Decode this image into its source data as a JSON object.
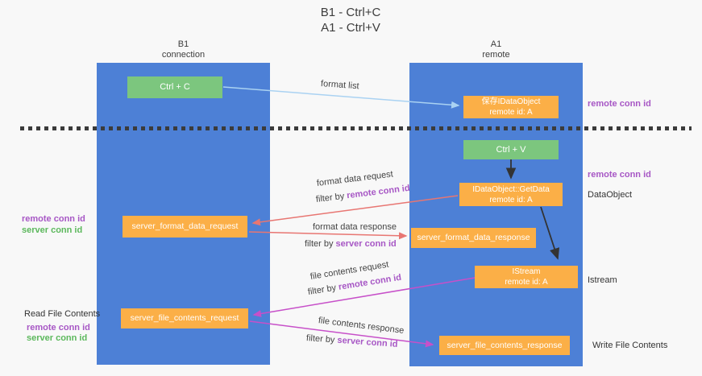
{
  "title": {
    "line1": "B1 - Ctrl+C",
    "line2": "A1 - Ctrl+V"
  },
  "lanes": {
    "left": {
      "title": "B1",
      "subtitle": "connection"
    },
    "right": {
      "title": "A1",
      "subtitle": "remote"
    }
  },
  "nodes": {
    "ctrl_c": {
      "label": "Ctrl + C"
    },
    "save_idataobject": {
      "line1": "保存IDataObject",
      "line2": "remote id: A"
    },
    "ctrl_v": {
      "label": "Ctrl + V"
    },
    "idataobject_getdata": {
      "line1": "IDataObject::GetData",
      "line2": "remote id: A"
    },
    "server_format_data_request": {
      "label": "server_format_data_request"
    },
    "server_format_data_response": {
      "label": "server_format_data_response"
    },
    "istream": {
      "line1": "IStream",
      "line2": "remote id: A"
    },
    "server_file_contents_request": {
      "label": "server_file_contents_request"
    },
    "server_file_contents_response": {
      "label": "server_file_contents_response"
    }
  },
  "annotations": {
    "remote_conn_id": "remote conn id",
    "server_conn_id": "server conn id",
    "dataobject": "DataObject",
    "istream": "Istream",
    "read_file_contents": "Read File Contents",
    "write_file_contents": "Write File Contents"
  },
  "flow_labels": {
    "format_list": "format list",
    "format_data_request": "format data request",
    "format_data_response": "format data response",
    "file_contents_request": "file contents request",
    "file_contents_response": "file contents response",
    "filter_by": "filter by"
  },
  "colors": {
    "lane_blue": "#4D80D6",
    "node_orange": "#FBAF47",
    "node_green": "#7CC67E",
    "purple_text": "#A757C5",
    "green_text": "#5CB85C",
    "arrow_lightblue": "#AAD2F2",
    "arrow_red": "#E87672",
    "arrow_magenta": "#C750C9",
    "arrow_black": "#333333"
  }
}
